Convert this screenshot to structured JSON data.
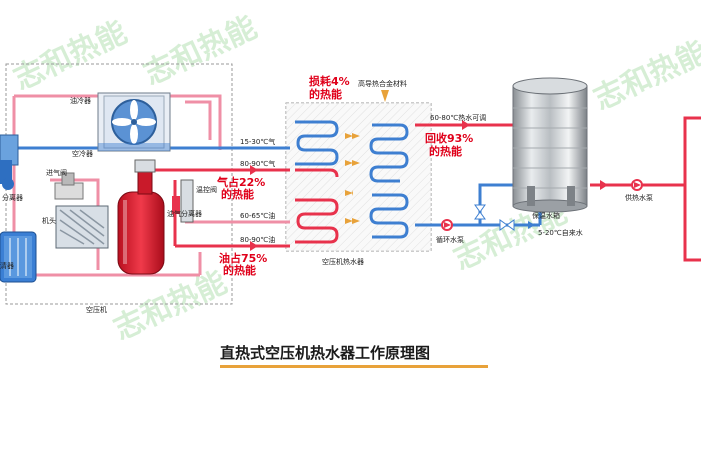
{
  "diagram": {
    "title": "直热式空压机热水器工作原理图",
    "watermark": "志和热能",
    "labels": {
      "oil_cooler": "油冷器",
      "air_cooler": "空冷器",
      "separator_left": "分离器",
      "intake_valve": "进气阀",
      "machine_head": "机头",
      "filter": "清器",
      "oil_gas_separator": "油气分离器",
      "temp_control_valve": "温控阀",
      "compressor": "空压机",
      "heater": "空压机热水器",
      "material": "高导热合金材料",
      "air_15_30": "15-30℃气",
      "air_80_90": "80-90℃气",
      "oil_60_65": "60-65℃油",
      "oil_80_90": "80-90℃油",
      "hot_water": "60-80℃热水可调",
      "circ_pump": "循环水泵",
      "tank": "保温水箱",
      "supply_pump": "供热水泵",
      "tap_water": "5-20℃自来水"
    },
    "callouts": {
      "loss_1": "损耗4%",
      "loss_2": "的热能",
      "recover_1": "回收93%",
      "recover_2": "的热能",
      "air_share_1": "气占22%",
      "air_share_2": "的热能",
      "oil_share_1": "油占75%",
      "oil_share_2": "的热能"
    },
    "colors": {
      "hot_pipe": "#e8324c",
      "warm_pipe": "#ef8fa6",
      "cold_pipe": "#3e7fd1",
      "callout": "#e0001a"
    }
  }
}
